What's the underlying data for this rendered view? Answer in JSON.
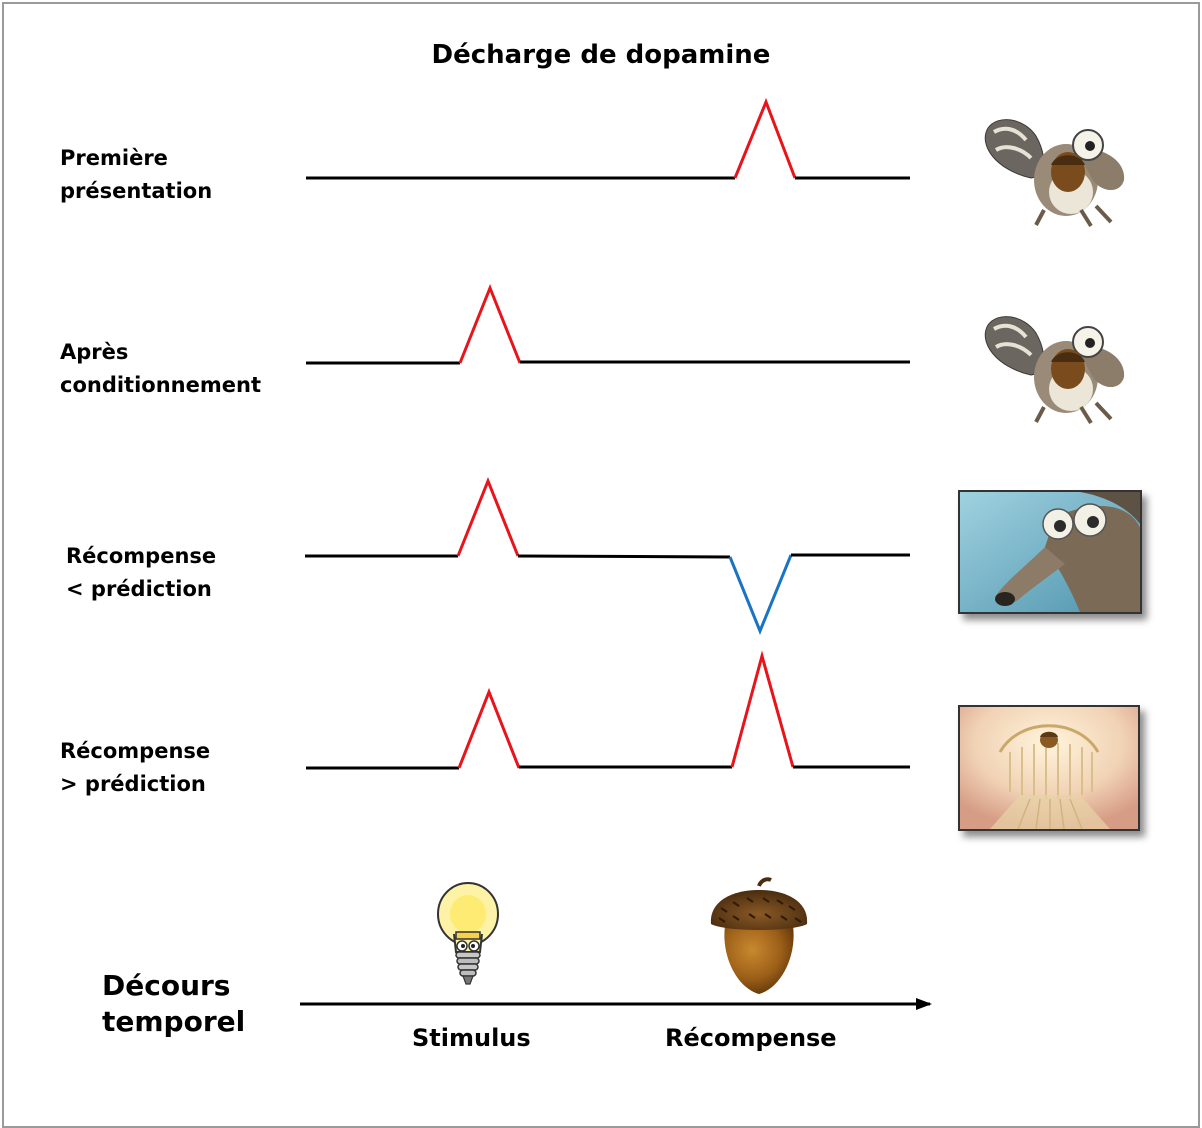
{
  "title": "Décharge de dopamine",
  "rows": [
    {
      "label": "Première\nprésentation",
      "image": "scrat-holding-acorn"
    },
    {
      "label": "Après\nconditionnement",
      "image": "scrat-holding-acorn"
    },
    {
      "label": "Récompense\n< prédiction",
      "image": "scrat-sad-closeup"
    },
    {
      "label": "Récompense\n> prédiction",
      "image": "acorn-heaven-gates"
    }
  ],
  "timeline": {
    "label": "Décours\ntemporel",
    "stimulus_label": "Stimulus",
    "reward_label": "Récompense",
    "stimulus_icon": "lightbulb-icon",
    "reward_icon": "acorn-icon"
  },
  "colors": {
    "baseline": "#000000",
    "peak": "#e8141c",
    "dip": "#1a74c4"
  }
}
